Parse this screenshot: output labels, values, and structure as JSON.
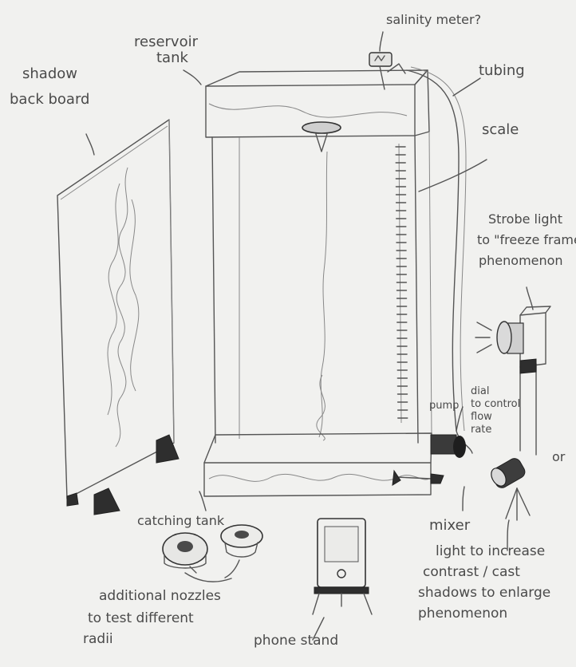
{
  "labels": {
    "salinity_meter": "salinity meter?",
    "reservoir_line1": "reservoir",
    "reservoir_line2": "tank",
    "tubing": "tubing",
    "shadow_line1": "shadow",
    "shadow_line2": "back board",
    "scale": "scale",
    "strobe_line1": "Strobe light",
    "strobe_line2": "to \"freeze frame\"",
    "strobe_line3": "phenomenon",
    "pump": "pump",
    "dial_line1": "dial",
    "dial_line2": "to control",
    "dial_line3": "flow",
    "dial_line4": "rate",
    "or": "or",
    "catching_tank": "catching tank",
    "mixer": "mixer",
    "light_line1": "light to increase",
    "light_line2": "contrast / cast",
    "light_line3": "shadows to enlarge",
    "light_line4": "phenomenon",
    "nozzles_line1": "additional nozzles",
    "nozzles_line2": "to test different",
    "nozzles_line3": "radii",
    "phone_stand": "phone stand"
  }
}
